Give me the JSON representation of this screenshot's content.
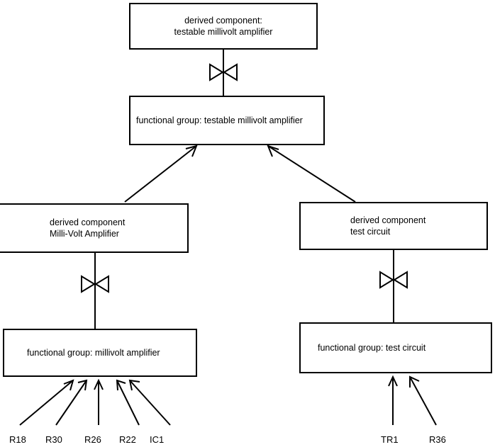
{
  "diagram": {
    "title": "derived component / functional group hierarchy",
    "stroke_color": "#000000",
    "background_color": "#ffffff",
    "nodes": [
      {
        "id": "derived-testable-millivolt-amplifier",
        "kind": "derived-component",
        "line1": "derived component:",
        "line2": "testable millivolt amplifier",
        "text": "derived component:\ntestable millivolt amplifier"
      },
      {
        "id": "fg-testable-millivolt-amplifier",
        "kind": "functional-group",
        "line1": "functional group: testable millivolt amplifier",
        "line2": "",
        "text": "functional group: testable millivolt amplifier"
      },
      {
        "id": "derived-milli-volt-amplifier",
        "kind": "derived-component",
        "line1": "derived component",
        "line2": "Milli-Volt Amplifier",
        "text": "derived component\nMilli-Volt Amplifier"
      },
      {
        "id": "derived-test-circuit",
        "kind": "derived-component",
        "line1": "derived component",
        "line2": "test circuit",
        "text": "derived component\ntest circuit"
      },
      {
        "id": "fg-millivolt-amplifier",
        "kind": "functional-group",
        "line1": "functional group: millivolt amplifier",
        "line2": "",
        "text": "functional group: millivolt amplifier"
      },
      {
        "id": "fg-test-circuit",
        "kind": "functional-group",
        "line1": "functional group: test circuit",
        "line2": "",
        "text": "functional group: test circuit"
      }
    ],
    "leaf_labels": [
      {
        "id": "r18",
        "text": "R18"
      },
      {
        "id": "r30",
        "text": "R30"
      },
      {
        "id": "r26",
        "text": "R26"
      },
      {
        "id": "r22",
        "text": "R22"
      },
      {
        "id": "ic1",
        "text": "IC1"
      },
      {
        "id": "tr1",
        "text": "TR1"
      },
      {
        "id": "r36",
        "text": "R36"
      }
    ],
    "connectors": {
      "bowtie_symbol": "realization-bowtie",
      "arrow_symbol": "open-arrowhead"
    }
  }
}
